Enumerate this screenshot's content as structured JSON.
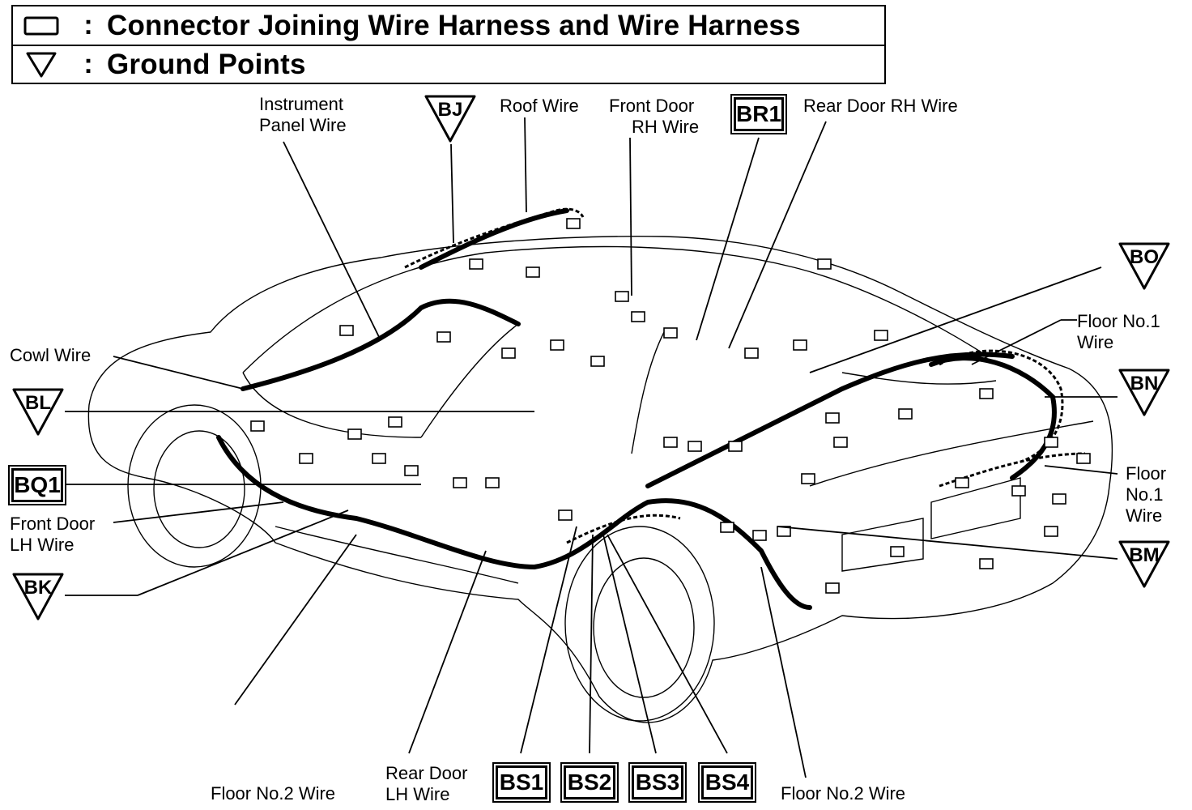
{
  "legend": {
    "connector_symbol": "connector-box-icon",
    "ground_symbol": "ground-triangle-icon",
    "colon": ":",
    "connector_text": "Connector Joining Wire Harness and Wire Harness",
    "ground_text": "Ground Points"
  },
  "wire_labels": {
    "instrument_panel_1": "Instrument",
    "instrument_panel_2": "Panel Wire",
    "roof": "Roof Wire",
    "front_door_rh_1": "Front Door",
    "front_door_rh_2": "RH Wire",
    "rear_door_rh": "Rear Door RH Wire",
    "cowl": "Cowl Wire",
    "floor1_right_1": "Floor No.1",
    "floor1_right_2": "Wire",
    "floor1_lower_1": "Floor",
    "floor1_lower_2": "No.1",
    "floor1_lower_3": "Wire",
    "front_door_lh_1": "Front Door",
    "front_door_lh_2": "LH Wire",
    "floor2_left": "Floor No.2 Wire",
    "rear_door_lh_1": "Rear Door",
    "rear_door_lh_2": "LH Wire",
    "floor2_right": "Floor No.2 Wire"
  },
  "connectors": {
    "br1": "BR1",
    "bq1": "BQ1",
    "bs1": "BS1",
    "bs2": "BS2",
    "bs3": "BS3",
    "bs4": "BS4"
  },
  "grounds": {
    "bj": "BJ",
    "bo": "BO",
    "bn": "BN",
    "bm": "BM",
    "bl": "BL",
    "bk": "BK"
  }
}
